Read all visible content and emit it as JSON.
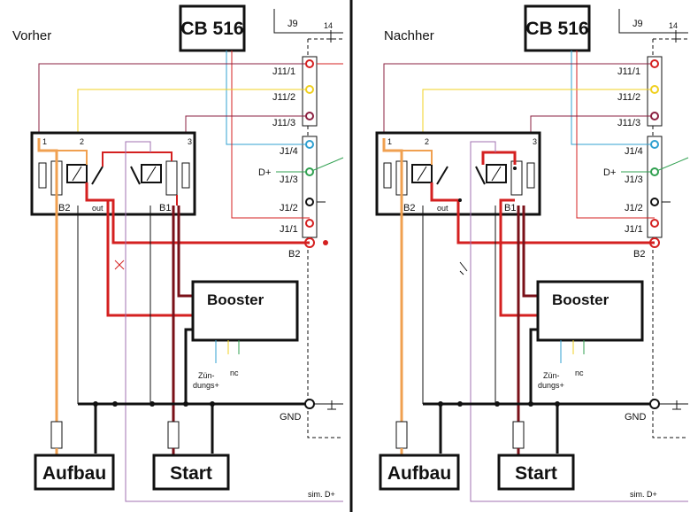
{
  "panels": [
    {
      "title": "Vorher",
      "controller": "CB 516",
      "connector_j9": "J9",
      "pin_14": "14",
      "pins": [
        "J11/1",
        "J11/2",
        "J11/3",
        "J1/4",
        "J1/3",
        "J1/2",
        "J1/1"
      ],
      "d_plus": "D+",
      "b2": "B2",
      "relay_terminals": [
        "1",
        "2",
        "3"
      ],
      "relay_bottom": [
        "B2",
        "out",
        "B1"
      ],
      "booster": "Booster",
      "booster_in_1": "Zün-",
      "booster_in_2": "dungs+",
      "booster_nc": "nc",
      "gnd": "GND",
      "aufbau": "Aufbau",
      "start": "Start",
      "sim_d": "sim. D+"
    },
    {
      "title": "Nachher",
      "controller": "CB 516",
      "connector_j9": "J9",
      "pin_14": "14",
      "pins": [
        "J11/1",
        "J11/2",
        "J11/3",
        "J1/4",
        "J1/3",
        "J1/2",
        "J1/1"
      ],
      "d_plus": "D+",
      "b2": "B2",
      "relay_terminals": [
        "1",
        "2",
        "3"
      ],
      "relay_bottom": [
        "B2",
        "out",
        "B1"
      ],
      "booster": "Booster",
      "booster_in_1": "Zün-",
      "booster_in_2": "dungs+",
      "booster_nc": "nc",
      "gnd": "GND",
      "aufbau": "Aufbau",
      "start": "Start",
      "sim_d": "sim. D+"
    }
  ],
  "colors": {
    "red": "#d42020",
    "dark_red": "#7a1018",
    "orange": "#f0a050",
    "yellow": "#f0d020",
    "maroon": "#8b2040",
    "blue": "#30a0d0",
    "green": "#30a050",
    "purple": "#a070b0",
    "black": "#111111"
  }
}
